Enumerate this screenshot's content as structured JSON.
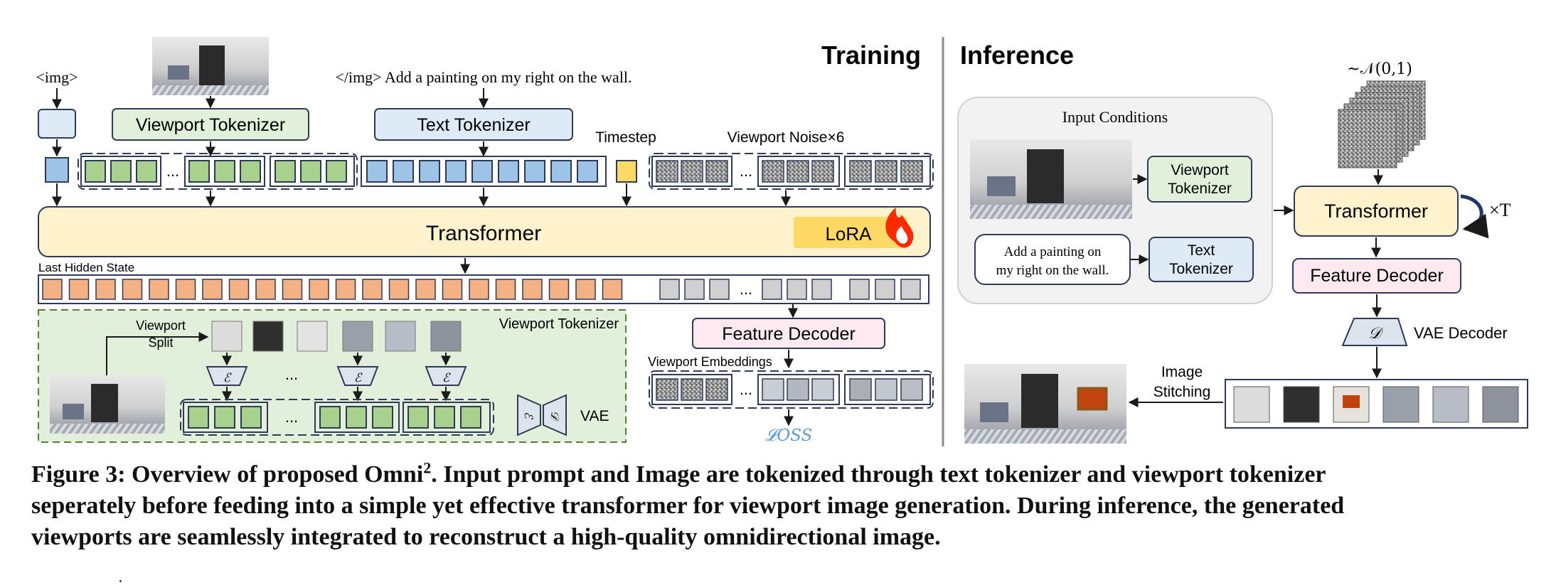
{
  "training": {
    "title": "Training",
    "img_tag": "<img>",
    "prompt_text": "</img> Add a painting on my right on the wall.",
    "viewport_tokenizer_label": "Viewport Tokenizer",
    "text_tokenizer_label": "Text Tokenizer",
    "timestep_label": "Timestep",
    "viewport_noise_label": "Viewport Noise×6",
    "ellipsis": "...",
    "transformer_label": "Transformer",
    "lora_label": "LoRA",
    "last_hidden_state_label": "Last Hidden State",
    "feature_decoder_label": "Feature Decoder",
    "viewport_embeddings_label": "Viewport Embeddings",
    "loss_label": "𝓛OSS",
    "viewport_tokenizer_detail": {
      "title": "Viewport Tokenizer",
      "split_label_line1": "Viewport",
      "split_label_line2": "Split",
      "encoder_symbol": "ℰ",
      "decoder_symbol": "𝒟",
      "vae_label": "VAE"
    }
  },
  "inference": {
    "title": "Inference",
    "input_conditions_label": "Input Conditions",
    "viewport_tokenizer_line1": "Viewport",
    "viewport_tokenizer_line2": "Tokenizer",
    "prompt_line1": "Add a painting on",
    "prompt_line2": "my right on the wall.",
    "text_tokenizer_line1": "Text",
    "text_tokenizer_line2": "Tokenizer",
    "noise_label": "~𝒩(0,1)",
    "transformer_label": "Transformer",
    "times_t_label": "×T",
    "feature_decoder_label": "Feature Decoder",
    "decoder_symbol": "𝒟",
    "vae_decoder_label": "VAE Decoder",
    "image_stitching_line1": "Image",
    "image_stitching_line2": "Stitching"
  },
  "caption": {
    "prefix": "Figure 3: Overview of proposed Omni",
    "superscript": "2",
    "rest_line1": ". Input prompt and Image are tokenized through text tokenizer and viewport tokenizer",
    "line2": "seperately before feeding into a simple yet effective transformer for viewport image generation. During inference, the generated",
    "line3": "viewports are seamlessly integrated to reconstruct a high-quality omnidirectional image."
  },
  "colors": {
    "green_token": "#a9d18e",
    "blue_token": "#9dc3e6",
    "orange_token": "#f4b183",
    "yellow_token": "#ffd966",
    "gray_token": "#d0d0d0",
    "transformer_fill": "#fff2cc",
    "lora_fill": "#ffd966",
    "feature_decoder_fill": "#fde9ef",
    "viewport_tokenizer_fill": "#e2efda",
    "text_tokenizer_fill": "#deebf7",
    "border": "#2f3a56",
    "loss_color": "#5b9bd5",
    "fire": "#ff2a00"
  }
}
